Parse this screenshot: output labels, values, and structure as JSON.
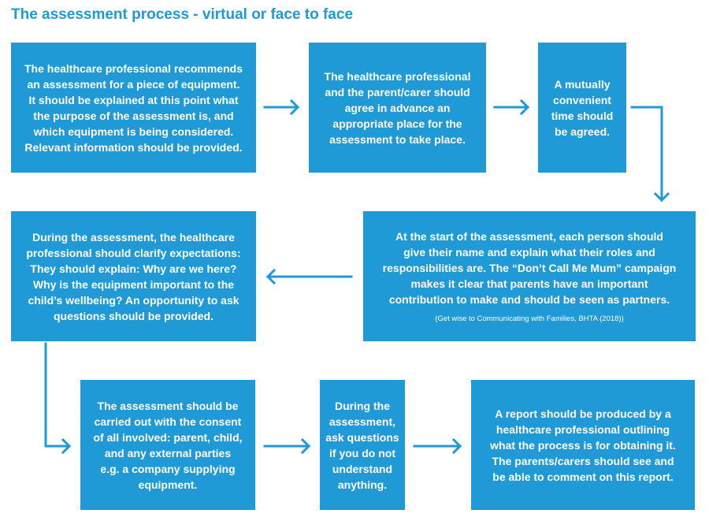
{
  "title": "The assessment process - virtual or face to face",
  "boxes": {
    "recommend": [
      "The healthcare professional recommends",
      "an assessment for a piece of equipment.",
      "It should be explained at this point what",
      "the purpose of the assessment is, and",
      "which equipment is being considered.",
      "Relevant information should be provided."
    ],
    "place": [
      "The healthcare professional",
      "and the parent/carer should",
      "agree in advance an",
      "appropriate place for the",
      "assessment to take place."
    ],
    "time": [
      "A mutually",
      "convenient",
      "time should",
      "be agreed."
    ],
    "introductions": [
      "At the start of the assessment, each person should",
      "give their name and explain what their roles and",
      "responsibilities are. The “Don’t Call Me Mum” campaign",
      "makes it clear that parents have an important",
      "contribution to make and should be seen as partners."
    ],
    "introductions_citation": "(Get wise to Communicating with Families, BHTA (2018))",
    "expectations": [
      "During the assessment, the healthcare",
      "professional should clarify expectations:",
      "They should explain: Why are we here?",
      "Why is the equipment important to the",
      "child’s wellbeing? An opportunity to ask",
      "questions should be provided."
    ],
    "consent": [
      "The assessment should be",
      "carried out with the consent",
      "of all involved: parent, child,",
      "and any external parties",
      "e.g. a company supplying",
      "equipment."
    ],
    "questions": [
      "During the",
      "assessment,",
      "ask questions",
      "if you do not",
      "understand",
      "anything."
    ],
    "report": [
      "A report should be produced by a",
      "healthcare professional outlining",
      "what the process is for obtaining it.",
      "The parents/carers should see and",
      "be able to comment on this report."
    ]
  },
  "colors": {
    "accent": "#1f9ad6",
    "box_text": "#ffffff"
  }
}
